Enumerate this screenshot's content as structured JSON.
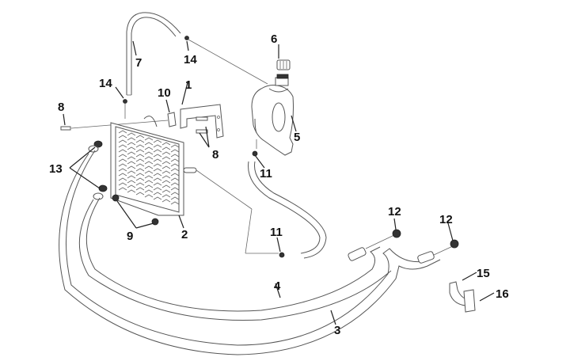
{
  "diagram": {
    "type": "exploded-parts-diagram",
    "subject": "radiator cooling system",
    "line_color": "#555555",
    "label_color": "#111111",
    "background": "#ffffff",
    "callouts": [
      {
        "id": "c1",
        "label": "1"
      },
      {
        "id": "c2",
        "label": "2"
      },
      {
        "id": "c3",
        "label": "3"
      },
      {
        "id": "c4",
        "label": "4"
      },
      {
        "id": "c5",
        "label": "5"
      },
      {
        "id": "c6",
        "label": "6"
      },
      {
        "id": "c7",
        "label": "7"
      },
      {
        "id": "c8a",
        "label": "8"
      },
      {
        "id": "c8b",
        "label": "8"
      },
      {
        "id": "c9",
        "label": "9"
      },
      {
        "id": "c10",
        "label": "10"
      },
      {
        "id": "c11a",
        "label": "11"
      },
      {
        "id": "c11b",
        "label": "11"
      },
      {
        "id": "c12a",
        "label": "12"
      },
      {
        "id": "c12b",
        "label": "12"
      },
      {
        "id": "c13",
        "label": "13"
      },
      {
        "id": "c14a",
        "label": "14"
      },
      {
        "id": "c14b",
        "label": "14"
      },
      {
        "id": "c15",
        "label": "15"
      },
      {
        "id": "c16",
        "label": "16"
      }
    ]
  }
}
